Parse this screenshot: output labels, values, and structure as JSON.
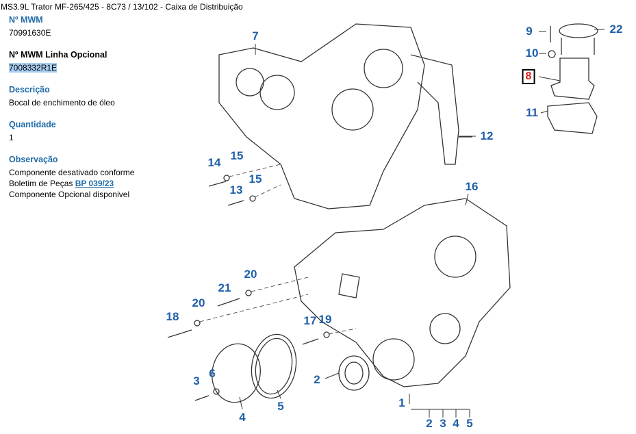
{
  "breadcrumb": "MS3.9L Trator MF-265/425 - 8C73  /  13/102 - Caixa de Distribuição",
  "details": {
    "mwm_label": "Nº MWM",
    "mwm_value": "70991630E",
    "optional_label": "Nº MWM Linha Opcional",
    "optional_value": "7008332R1E",
    "desc_label": "Descrição",
    "desc_value": "Bocal de enchimento de óleo",
    "qty_label": "Quantidade",
    "qty_value": "1",
    "obs_label": "Observação",
    "obs_line1": "Componente desativado conforme",
    "obs_line2_prefix": "Boletim de Peças ",
    "obs_link": "BP 039/23",
    "obs_line3": "Componente Opcional disponivel"
  },
  "callouts": [
    "7",
    "9",
    "22",
    "10",
    "8",
    "11",
    "12",
    "14",
    "15",
    "13",
    "15",
    "16",
    "20",
    "21",
    "20",
    "18",
    "17",
    "19",
    "2",
    "6",
    "3",
    "4",
    "5",
    "1",
    "2",
    "3",
    "4",
    "5"
  ],
  "colors": {
    "accent": "#1f6ba8",
    "selected_callout": "#e02020"
  }
}
